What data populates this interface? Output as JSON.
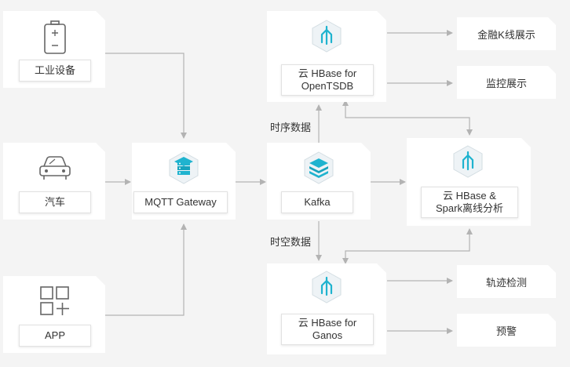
{
  "nodes": {
    "industrial": {
      "label": "工业设备",
      "icon": "battery-icon"
    },
    "car": {
      "label": "汽车",
      "icon": "car-icon"
    },
    "app": {
      "label": "APP",
      "icon": "app-grid-icon"
    },
    "mqtt": {
      "label": "MQTT Gateway",
      "icon": "server-stack-icon"
    },
    "kafka": {
      "label": "Kafka",
      "icon": "layers-icon"
    },
    "opentsdb": {
      "line1": "云 HBase for",
      "line2": "OpenTSDB",
      "icon": "hbase-logo-icon"
    },
    "spark": {
      "line1": "云 HBase &",
      "line2": "Spark离线分析",
      "icon": "hbase-logo-icon"
    },
    "ganos": {
      "line1": "云 HBase for",
      "line2": "Ganos",
      "icon": "hbase-logo-icon"
    }
  },
  "outputs": {
    "kline": "金融K线展示",
    "monitor": "监控展示",
    "track": "轨迹检测",
    "alert": "预警"
  },
  "edge_labels": {
    "timeseries": "时序数据",
    "spatiotemporal": "时空数据"
  },
  "colors": {
    "background": "#f4f4f4",
    "accent": "#1fb3cf",
    "arrow": "#b3b3b3",
    "text": "#333333"
  }
}
